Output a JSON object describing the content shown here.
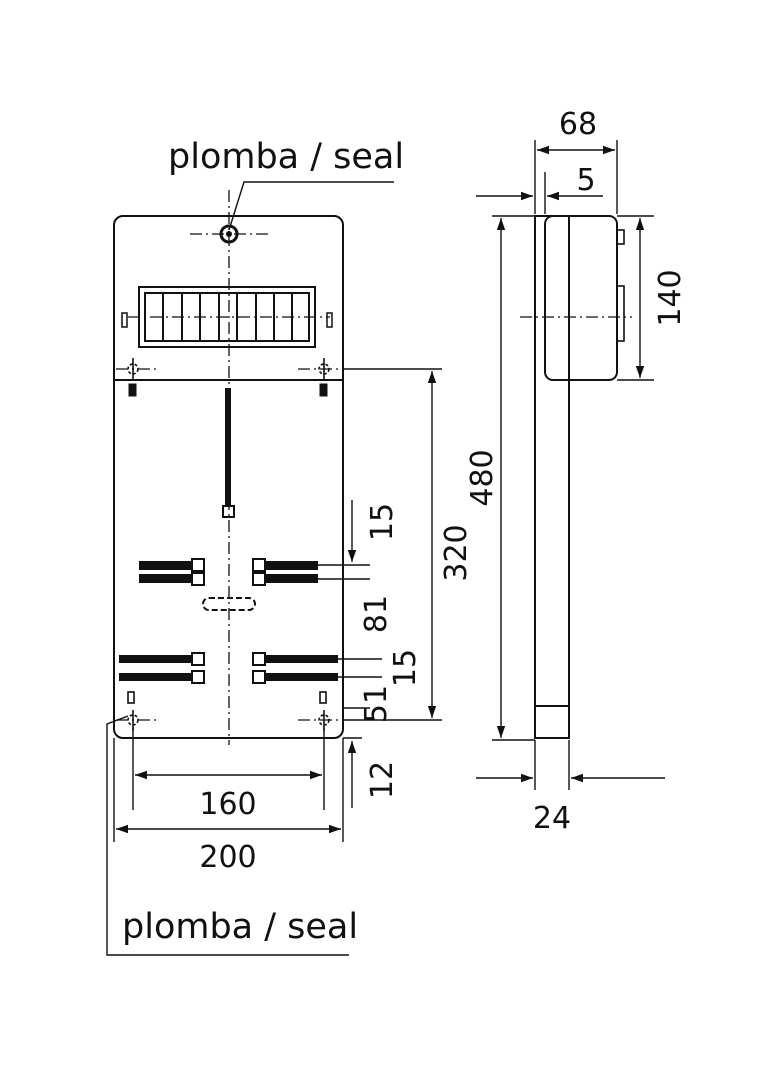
{
  "labels": {
    "seal_top": "plomba / seal",
    "seal_bottom": "plomba / seal"
  },
  "dimensions": {
    "width_total": "200",
    "width_mount": "160",
    "height_mount": "320",
    "offset_top_terminals": "15",
    "terminal_spacing": "81",
    "offset_lower_terminals": "15",
    "offset_bottom": "51",
    "bottom_margin": "12",
    "side_height_total": "480",
    "side_depth": "68",
    "side_wall": "5",
    "side_top_height": "140",
    "side_thickness": "24"
  },
  "colors": {
    "line": "#111111",
    "background": "#ffffff"
  }
}
